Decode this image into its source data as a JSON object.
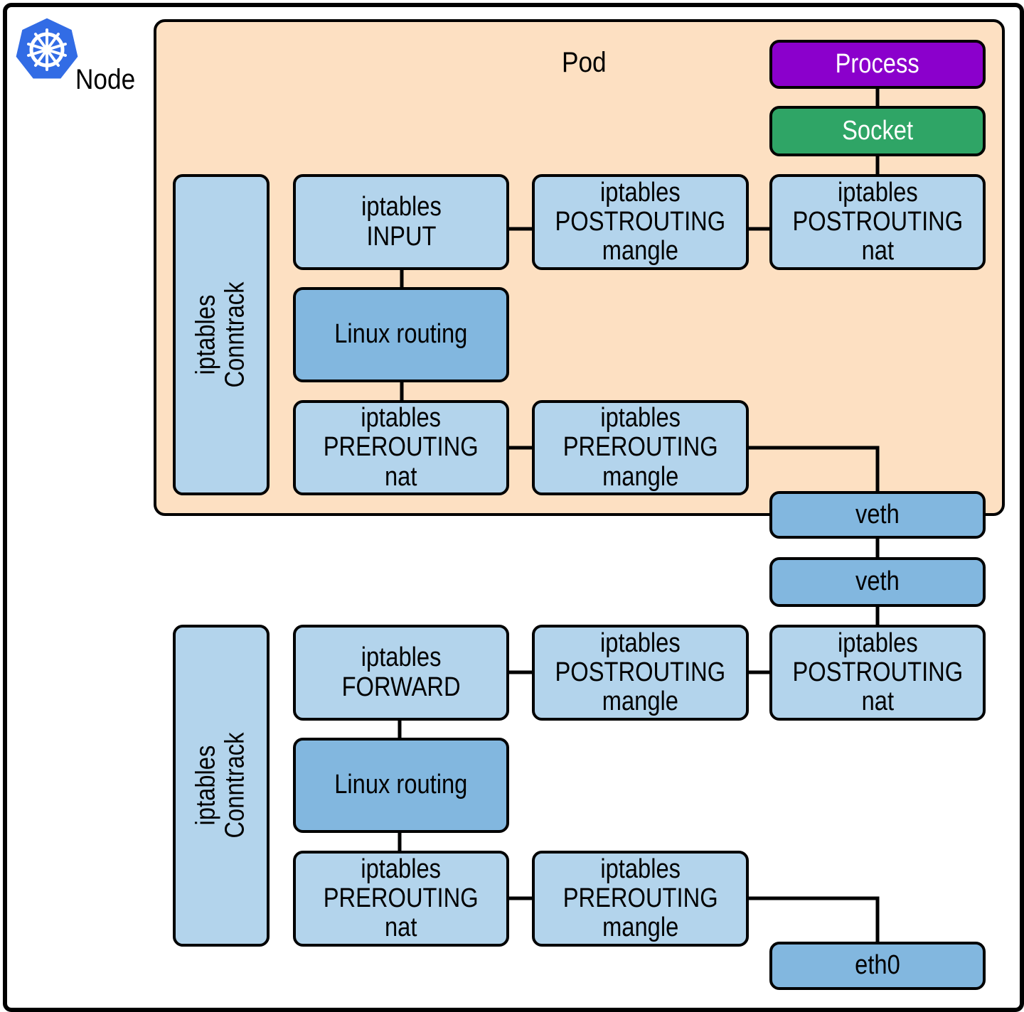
{
  "node": {
    "title": "Node",
    "icon": "kubernetes-helm-icon"
  },
  "pod": {
    "title": "Pod",
    "process": "Process",
    "socket": "Socket",
    "conntrack": "iptables\nConntrack",
    "input": "iptables\nINPUT",
    "postrouting_mangle": "iptables\nPOSTROUTING\nmangle",
    "postrouting_nat": "iptables\nPOSTROUTING\nnat",
    "linux_routing": "Linux routing",
    "prerouting_nat": "iptables\nPREROUTING\nnat",
    "prerouting_mangle": "iptables\nPREROUTING\nmangle",
    "veth": "veth"
  },
  "host": {
    "veth": "veth",
    "conntrack": "iptables\nConntrack",
    "forward": "iptables\nFORWARD",
    "postrouting_mangle": "iptables\nPOSTROUTING\nmangle",
    "postrouting_nat": "iptables\nPOSTROUTING\nnat",
    "linux_routing": "Linux routing",
    "prerouting_nat": "iptables\nPREROUTING\nnat",
    "prerouting_mangle": "iptables\nPREROUTING\nmangle",
    "eth0": "eth0"
  },
  "colors": {
    "pod_background": "#fde0c2",
    "light_box": "#b3d4ec",
    "routing_box": "#82b7df",
    "process": "#8b00cc",
    "socket": "#2fa566",
    "kubernetes_blue": "#326ce5"
  }
}
